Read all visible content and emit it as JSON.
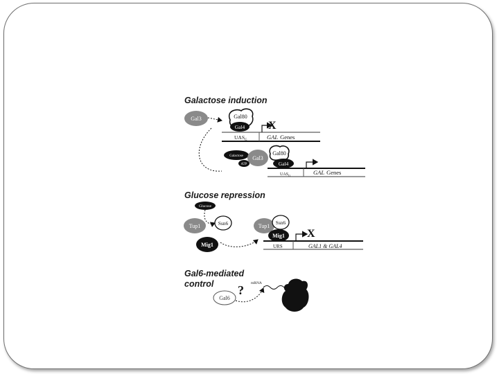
{
  "sections": {
    "galactose": {
      "title": "Galactose induction",
      "gal3": "Gal3",
      "gal80": "Gal80",
      "gal4": "Gal4",
      "uas": "UAS",
      "uas_sub": "G",
      "gal_genes": "GAL",
      "genes_word": "Genes",
      "repressed_mark": "X",
      "galactose": "Galactose",
      "atp": "ATP"
    },
    "glucose": {
      "title": "Glucose repression",
      "glucose": "Glucose",
      "tup1": "Tup1",
      "ssn6": "Ssn6",
      "mig1": "Mig1",
      "urs": "URS",
      "target_genes": "GAL1 & GAL4",
      "repressed_mark": "X"
    },
    "gal6": {
      "title_line1": "Gal6-mediated",
      "title_line2": "control",
      "gal6": "Gal6",
      "question": "?",
      "mrna": "mRNA"
    }
  },
  "colors": {
    "frame": "#6e6e6e",
    "gray_protein": "#8a8a8a",
    "black_protein": "#111111",
    "text": "#1a1a1a"
  }
}
